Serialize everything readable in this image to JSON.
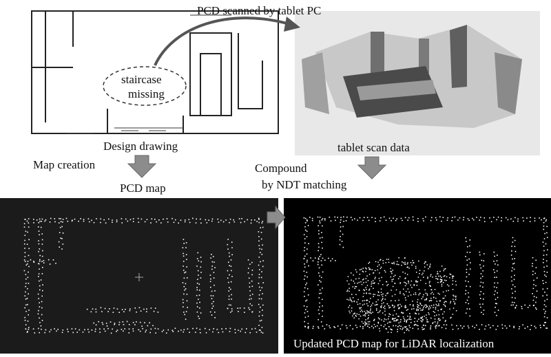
{
  "labels": {
    "scan_title": "PCD scanned by tablet PC",
    "staircase_line1": "staircase",
    "staircase_line2": "missing",
    "design_drawing": "Design drawing",
    "tablet_scan": "tablet scan data",
    "map_creation": "Map creation",
    "pcd_map": "PCD map",
    "compound_line1": "Compound",
    "compound_line2": "by NDT matching",
    "updated_caption": "Updated PCD map for LiDAR localization"
  },
  "colors": {
    "arrow_fill": "#8c8c8c",
    "curve": "#555555",
    "pcd_point": "#ffffff",
    "left_bg": "#1b1b1b",
    "right_bg": "#000000"
  },
  "icons": {
    "down_arrow": "down-arrow-icon",
    "right_arrow": "right-arrow-icon",
    "curved_arrow": "curved-arrow-icon"
  }
}
